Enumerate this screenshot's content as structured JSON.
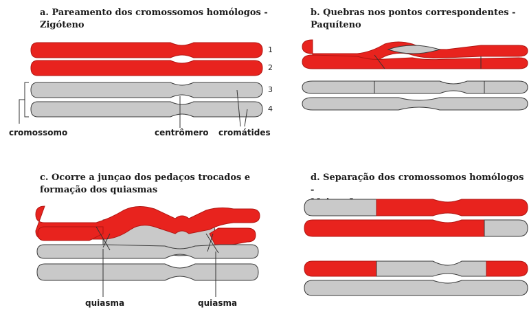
{
  "panels": {
    "a": {
      "title": "a. Pareamento dos cromossomos homólogos -\nZigóteno"
    },
    "b": {
      "title": "b. Quebras nos pontos correspondentes -\nPaquíteno"
    },
    "c": {
      "title": "c. Ocorre a junçao dos pedaços trocados e\nformação dos quiasmas"
    },
    "d": {
      "title": "d. Separação dos cromossomos homólogos -\nMeiose I"
    }
  },
  "labels": {
    "numbers": [
      "1",
      "2",
      "3",
      "4"
    ],
    "cromossomo": "cromossomo",
    "centromero": "centrômero",
    "cromatides": "cromátides",
    "quiasma_left": "quiasma",
    "quiasma_right": "quiasma"
  },
  "colors": {
    "red": "#e8231e",
    "gray": "#c9c9c9",
    "outline": "#3a3a3a"
  }
}
